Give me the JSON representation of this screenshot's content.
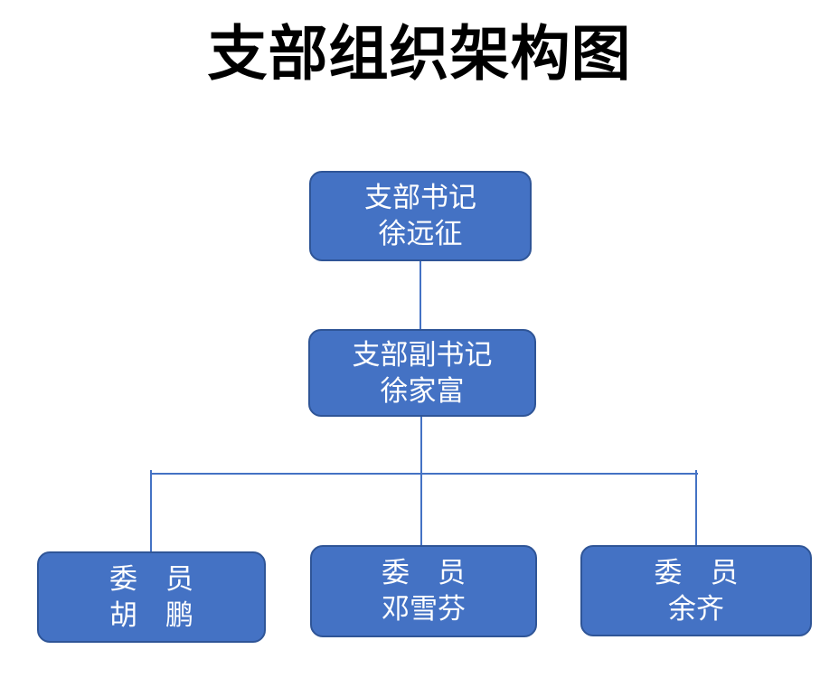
{
  "page": {
    "title": "支部组织架构图",
    "background_color": "#ffffff",
    "title_color": "#000000"
  },
  "theme": {
    "node_fill": "#4472C4",
    "node_border": "#2F5597",
    "node_text_color": "#ffffff",
    "connector_color": "#4472C4"
  },
  "org_chart": {
    "nodes": [
      {
        "id": "secretary",
        "role": "支部书记",
        "name": "徐远征"
      },
      {
        "id": "deputy-secretary",
        "role": "支部副书记",
        "name": "徐家富"
      },
      {
        "id": "member-hu-peng",
        "role": "委　员",
        "name": "胡　鹏"
      },
      {
        "id": "member-deng-xuefen",
        "role": "委　员",
        "name": "邓雪芬"
      },
      {
        "id": "member-yu-qi",
        "role": "委　员",
        "name": "余齐"
      }
    ],
    "edges": [
      {
        "from": "secretary",
        "to": "deputy-secretary"
      },
      {
        "from": "deputy-secretary",
        "to": "member-hu-peng"
      },
      {
        "from": "deputy-secretary",
        "to": "member-deng-xuefen"
      },
      {
        "from": "deputy-secretary",
        "to": "member-yu-qi"
      }
    ]
  }
}
